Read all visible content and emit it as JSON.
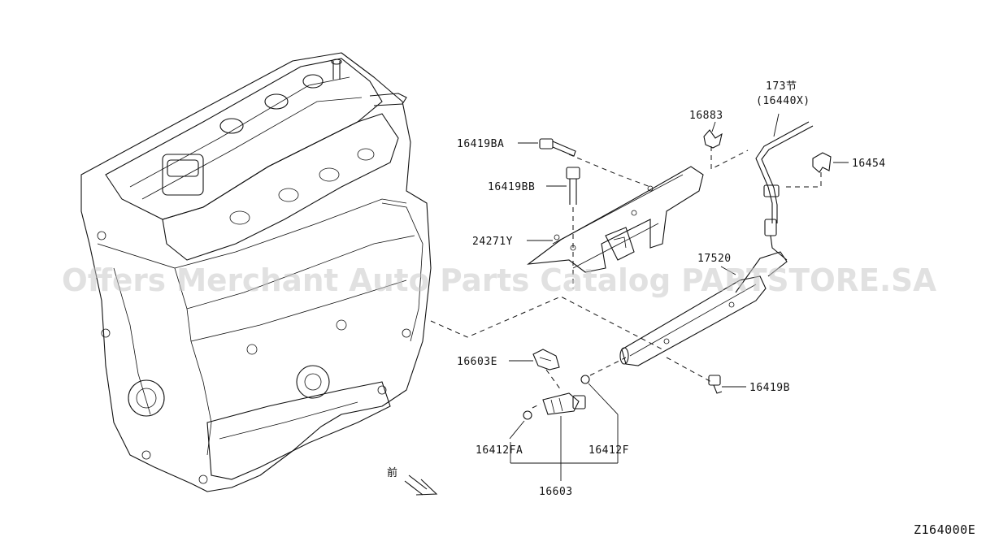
{
  "watermark": "Offers Merchant Auto Parts Catalog PARTSTORE.SA",
  "diagram_code": "Z164000E",
  "front_mark": "前",
  "labels": {
    "p173": "173节",
    "p16440x": "(16440X)",
    "p16883": "16883",
    "p16419ba": "16419BA",
    "p16454": "16454",
    "p16419bb": "16419BB",
    "p24271y": "24271Y",
    "p17520": "17520",
    "p16603e": "16603E",
    "p16419b": "16419B",
    "p16412fa": "16412FA",
    "p16412f": "16412F",
    "p16603": "16603"
  }
}
